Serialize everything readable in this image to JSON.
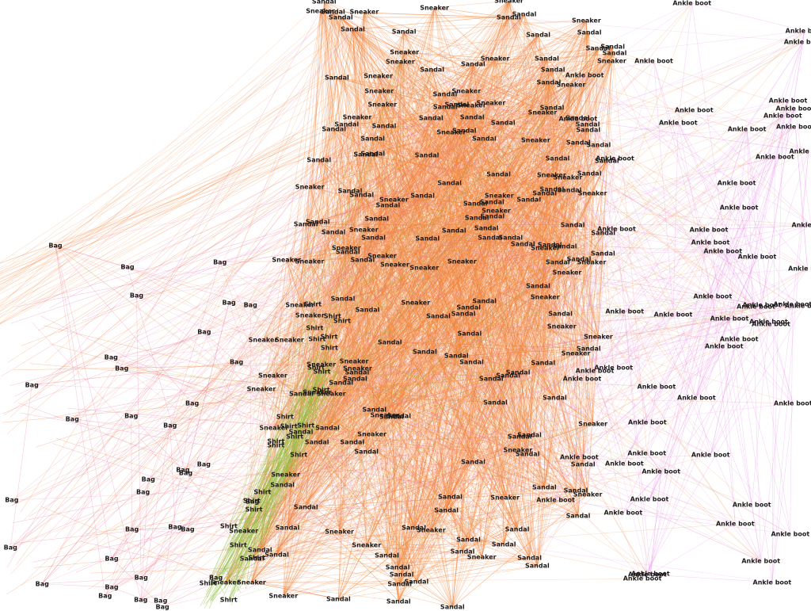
{
  "graph": {
    "categories": [
      {
        "name": "Sandal",
        "color": "#f47a2c"
      },
      {
        "name": "Sneaker",
        "color": "#f47a2c"
      },
      {
        "name": "Ankle boot",
        "color": "#e77ae8"
      },
      {
        "name": "Bag",
        "color": "#ee6d97"
      },
      {
        "name": "Shirt",
        "color": "#8bc34a"
      }
    ],
    "edge_colors": {
      "Sandal": "#f47a2c",
      "Sneaker": "#ef8a43",
      "Ankle boot": "#e986e8",
      "Bag": "#ec6f98",
      "Shirt": "#8bbf3a"
    }
  }
}
